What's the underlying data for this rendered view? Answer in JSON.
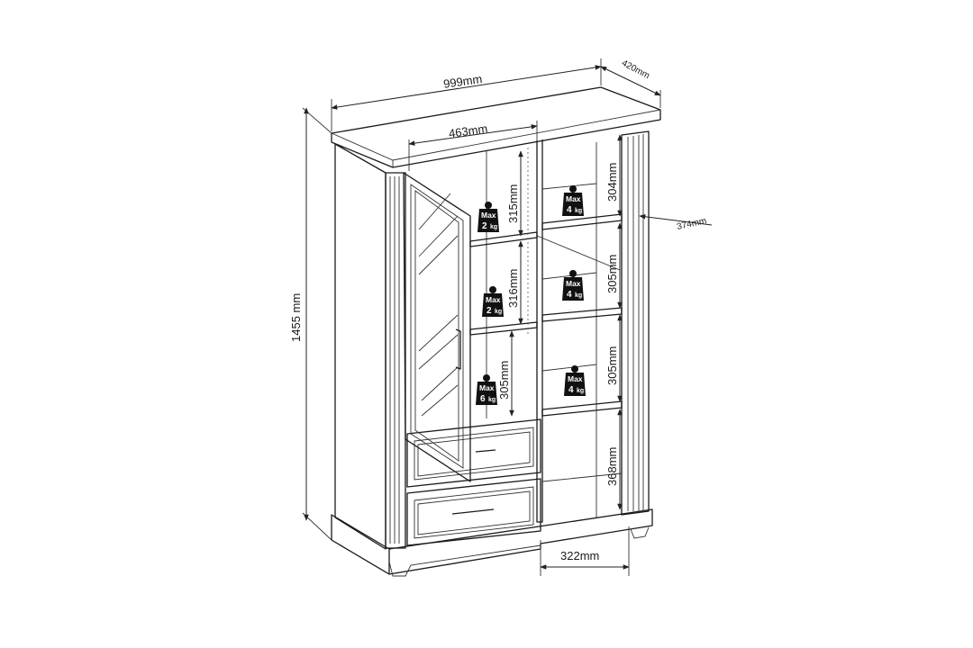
{
  "dimensions": {
    "width": "999mm",
    "depth": "420mm",
    "height": "1455 mm",
    "door_width": "463mm",
    "inner_depth": "374mm",
    "bottom_width": "322mm",
    "left_shelf_1": "315mm",
    "left_shelf_2": "316mm",
    "left_shelf_3": "305mm",
    "right_shelf_1": "304mm",
    "right_shelf_2": "305mm",
    "right_shelf_3": "305mm",
    "right_shelf_4": "368mm"
  },
  "weights": {
    "label": "Max",
    "unit": "kg",
    "left_1": "2",
    "left_2": "2",
    "left_3": "6",
    "right_1": "4",
    "right_2": "4",
    "right_3": "4"
  },
  "colors": {
    "line": "#1a1a1a",
    "weight_badge": "#111111",
    "background": "#ffffff"
  }
}
